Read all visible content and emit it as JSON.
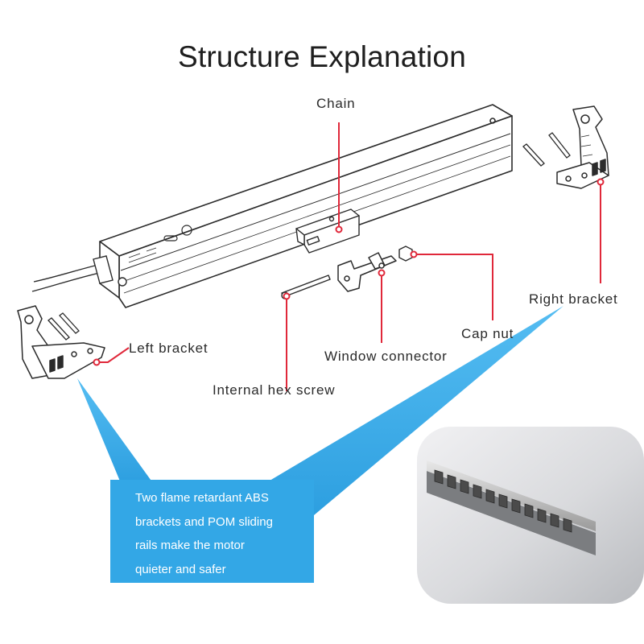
{
  "title": "Structure Explanation",
  "labels": {
    "chain": "Chain",
    "right_bracket": "Right bracket",
    "cap_nut": "Cap nut",
    "window_connector": "Window connector",
    "left_bracket": "Left bracket",
    "internal_hex_screw": "Internal hex screw"
  },
  "callout": {
    "lines": [
      "Two flame retardant ABS",
      "brackets and POM sliding",
      "rails make the motor",
      "quieter and safer"
    ]
  },
  "colors": {
    "leader_line": "#e0283a",
    "callout_fill": "#33a7e6",
    "callout_text": "#ffffff"
  }
}
